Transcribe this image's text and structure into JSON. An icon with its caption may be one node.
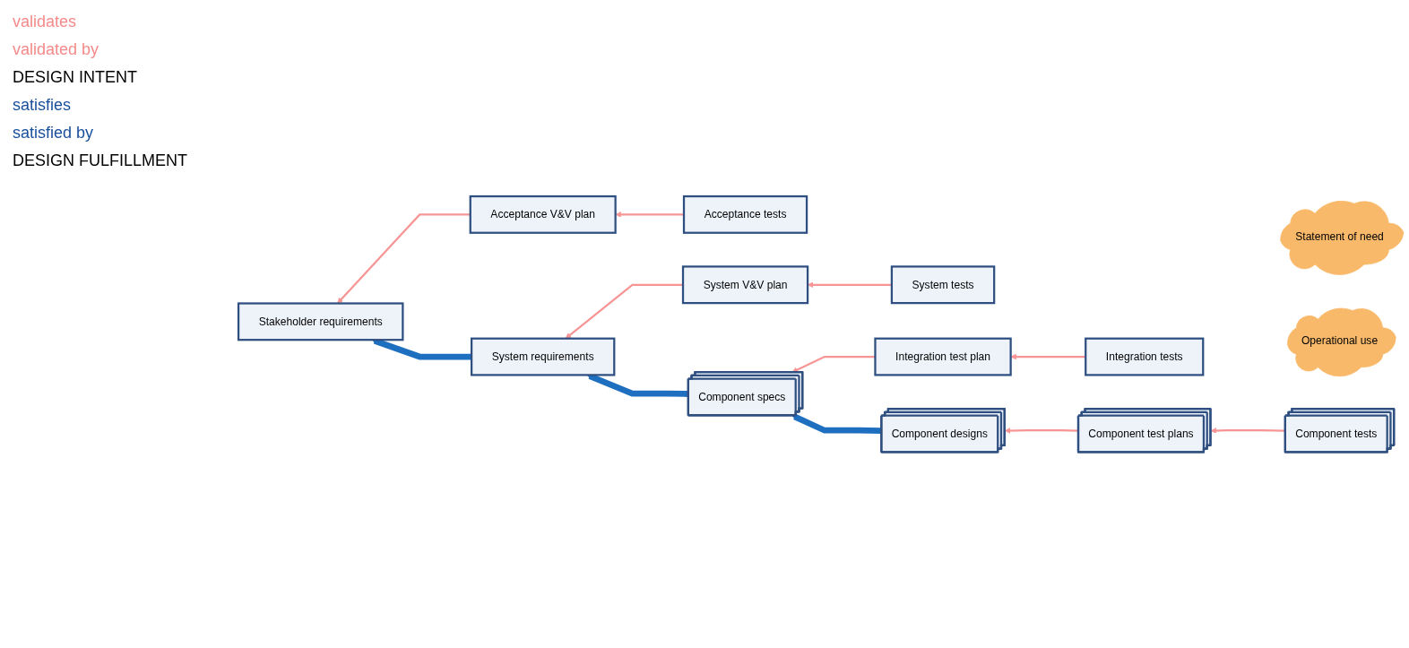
{
  "diagram": {
    "nodes": [
      {
        "text": [
          "Statement of need"
        ]
      },
      {
        "text": [
          "Operational use"
        ]
      },
      {
        "text": [
          "Stakeholder requirements"
        ]
      },
      {
        "text": [
          "Acceptance V&V plan"
        ]
      },
      {
        "text": [
          "Acceptance tests"
        ]
      },
      {
        "text": [
          "System requirements"
        ]
      },
      {
        "text": [
          "System V&V plan"
        ]
      },
      {
        "text": [
          "System tests"
        ]
      },
      {
        "text": [
          "Component specs"
        ]
      },
      {
        "text": [
          "Integration test plan"
        ]
      },
      {
        "text": [
          "Integration tests"
        ]
      },
      {
        "text": [
          "Component designs"
        ]
      },
      {
        "text": [
          "Component test plans"
        ]
      },
      {
        "text": [
          "Component tests"
        ]
      }
    ],
    "edges": [
      {
        "from": 3,
        "to": 2,
        "arrow": "to"
      },
      {
        "from": 4,
        "to": 3,
        "arrow": "to"
      },
      {
        "from": 5,
        "to": 2,
        "arrow": "to",
        "style": "thick",
        "color": "#1f6fc0"
      },
      {
        "from": 6,
        "to": 5,
        "arrow": "to"
      },
      {
        "from": 7,
        "to": 6,
        "arrow": "to"
      },
      {
        "from": 8,
        "to": 5,
        "arrow": "to",
        "style": "thick",
        "color": "#1f6fc0"
      },
      {
        "from": 9,
        "to": 8,
        "arrow": "to"
      },
      {
        "from": 10,
        "to": 9,
        "arrow": "to"
      },
      {
        "from": 11,
        "to": 8,
        "arrow": "to",
        "style": "thick",
        "color": "#1f6fc0"
      },
      {
        "from": 12,
        "to": 11,
        "arrow": "to"
      },
      {
        "from": 13,
        "to": 12,
        "arrow": "to"
      }
    ],
    "labels": [
      "validates",
      "validated by",
      "DESIGN INTENT",
      "satisfies",
      "satisfied by",
      "DESIGN FULFILLMENT"
    ]
  }
}
